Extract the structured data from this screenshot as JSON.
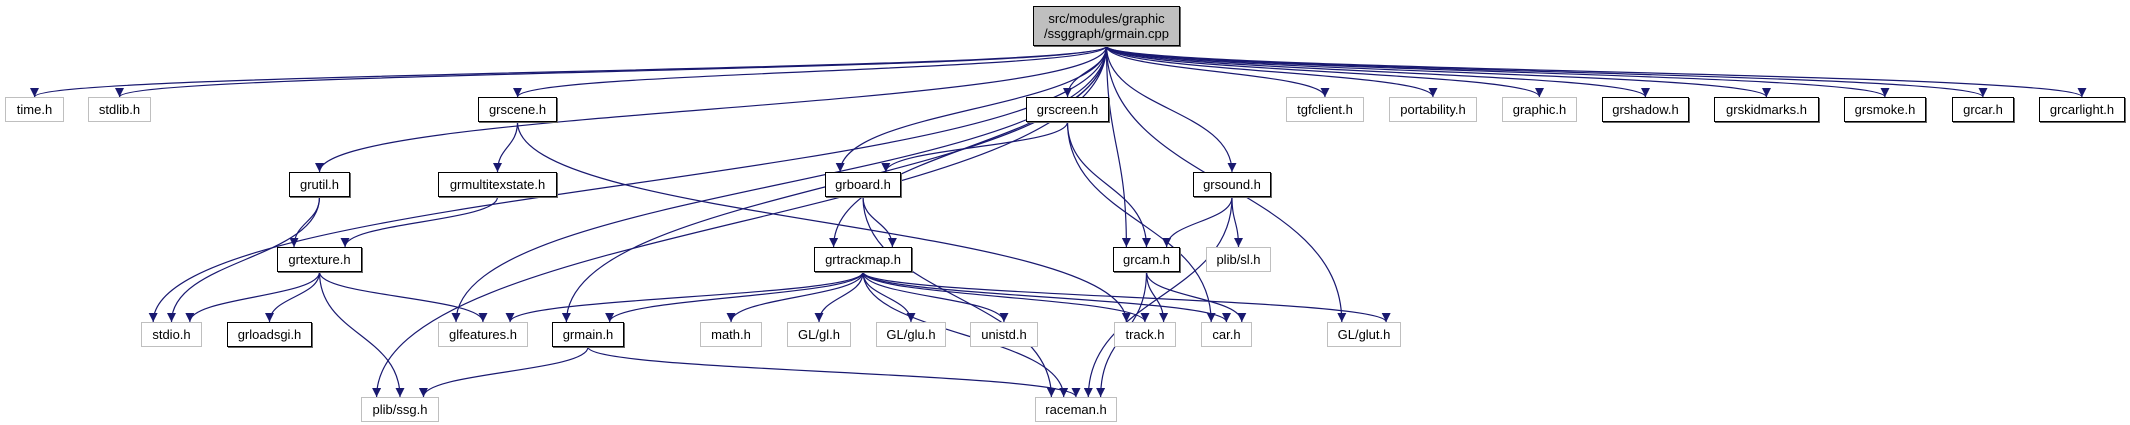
{
  "graph": {
    "edge_color": "#191970",
    "main_fill": "#bfbfbf",
    "nodes": [
      {
        "id": "main",
        "lines": [
          "src/modules/graphic",
          "/ssggraph/grmain.cpp"
        ],
        "kind": "main"
      },
      {
        "id": "time",
        "lines": [
          "time.h"
        ],
        "kind": "ext"
      },
      {
        "id": "stdlib",
        "lines": [
          "stdlib.h"
        ],
        "kind": "ext"
      },
      {
        "id": "grscene",
        "lines": [
          "grscene.h"
        ],
        "kind": "doc"
      },
      {
        "id": "grscreen",
        "lines": [
          "grscreen.h"
        ],
        "kind": "doc"
      },
      {
        "id": "tgfclient",
        "lines": [
          "tgfclient.h"
        ],
        "kind": "ext"
      },
      {
        "id": "portability",
        "lines": [
          "portability.h"
        ],
        "kind": "ext"
      },
      {
        "id": "graphic",
        "lines": [
          "graphic.h"
        ],
        "kind": "ext"
      },
      {
        "id": "grshadow",
        "lines": [
          "grshadow.h"
        ],
        "kind": "doc"
      },
      {
        "id": "grskidmarks",
        "lines": [
          "grskidmarks.h"
        ],
        "kind": "doc"
      },
      {
        "id": "grsmoke",
        "lines": [
          "grsmoke.h"
        ],
        "kind": "doc"
      },
      {
        "id": "grcar",
        "lines": [
          "grcar.h"
        ],
        "kind": "doc"
      },
      {
        "id": "grcarlight",
        "lines": [
          "grcarlight.h"
        ],
        "kind": "doc"
      },
      {
        "id": "grutil",
        "lines": [
          "grutil.h"
        ],
        "kind": "doc"
      },
      {
        "id": "grmultitexstate",
        "lines": [
          "grmultitexstate.h"
        ],
        "kind": "doc"
      },
      {
        "id": "grboard",
        "lines": [
          "grboard.h"
        ],
        "kind": "doc"
      },
      {
        "id": "grsound",
        "lines": [
          "grsound.h"
        ],
        "kind": "doc"
      },
      {
        "id": "grtexture",
        "lines": [
          "grtexture.h"
        ],
        "kind": "doc"
      },
      {
        "id": "grtrackmap",
        "lines": [
          "grtrackmap.h"
        ],
        "kind": "doc"
      },
      {
        "id": "grcam",
        "lines": [
          "grcam.h"
        ],
        "kind": "doc"
      },
      {
        "id": "plibsl",
        "lines": [
          "plib/sl.h"
        ],
        "kind": "ext"
      },
      {
        "id": "stdio",
        "lines": [
          "stdio.h"
        ],
        "kind": "ext"
      },
      {
        "id": "grloadsgi",
        "lines": [
          "grloadsgi.h"
        ],
        "kind": "doc"
      },
      {
        "id": "glfeatures",
        "lines": [
          "glfeatures.h"
        ],
        "kind": "ext"
      },
      {
        "id": "grmain",
        "lines": [
          "grmain.h"
        ],
        "kind": "doc"
      },
      {
        "id": "math",
        "lines": [
          "math.h"
        ],
        "kind": "ext"
      },
      {
        "id": "glgl",
        "lines": [
          "GL/gl.h"
        ],
        "kind": "ext"
      },
      {
        "id": "glglu",
        "lines": [
          "GL/glu.h"
        ],
        "kind": "ext"
      },
      {
        "id": "unistd",
        "lines": [
          "unistd.h"
        ],
        "kind": "ext"
      },
      {
        "id": "track",
        "lines": [
          "track.h"
        ],
        "kind": "ext"
      },
      {
        "id": "car",
        "lines": [
          "car.h"
        ],
        "kind": "ext"
      },
      {
        "id": "glglut",
        "lines": [
          "GL/glut.h"
        ],
        "kind": "ext"
      },
      {
        "id": "plibssg",
        "lines": [
          "plib/ssg.h"
        ],
        "kind": "ext"
      },
      {
        "id": "raceman",
        "lines": [
          "raceman.h"
        ],
        "kind": "ext"
      }
    ],
    "edges": [
      [
        "main",
        "time"
      ],
      [
        "main",
        "stdlib"
      ],
      [
        "main",
        "stdio"
      ],
      [
        "main",
        "grutil"
      ],
      [
        "main",
        "plibssg"
      ],
      [
        "main",
        "grscene"
      ],
      [
        "main",
        "glfeatures"
      ],
      [
        "main",
        "grmain"
      ],
      [
        "main",
        "grboard"
      ],
      [
        "main",
        "grtrackmap"
      ],
      [
        "main",
        "grscreen"
      ],
      [
        "main",
        "grcam"
      ],
      [
        "main",
        "grsound"
      ],
      [
        "main",
        "glglut"
      ],
      [
        "main",
        "tgfclient"
      ],
      [
        "main",
        "portability"
      ],
      [
        "main",
        "graphic"
      ],
      [
        "main",
        "grshadow"
      ],
      [
        "main",
        "grskidmarks"
      ],
      [
        "main",
        "grsmoke"
      ],
      [
        "main",
        "grcar"
      ],
      [
        "main",
        "grcarlight"
      ],
      [
        "grscene",
        "grmultitexstate"
      ],
      [
        "grscene",
        "track"
      ],
      [
        "grutil",
        "grtexture"
      ],
      [
        "grutil",
        "stdio"
      ],
      [
        "grmultitexstate",
        "grtexture"
      ],
      [
        "grtexture",
        "stdio"
      ],
      [
        "grtexture",
        "grloadsgi"
      ],
      [
        "grtexture",
        "plibssg"
      ],
      [
        "grtexture",
        "glfeatures"
      ],
      [
        "grscreen",
        "grboard"
      ],
      [
        "grscreen",
        "grcam"
      ],
      [
        "grscreen",
        "car"
      ],
      [
        "grboard",
        "grtrackmap"
      ],
      [
        "grboard",
        "raceman"
      ],
      [
        "grtrackmap",
        "glfeatures"
      ],
      [
        "grtrackmap",
        "grmain"
      ],
      [
        "grtrackmap",
        "math"
      ],
      [
        "grtrackmap",
        "glgl"
      ],
      [
        "grtrackmap",
        "glglu"
      ],
      [
        "grtrackmap",
        "unistd"
      ],
      [
        "grtrackmap",
        "track"
      ],
      [
        "grtrackmap",
        "car"
      ],
      [
        "grtrackmap",
        "glglut"
      ],
      [
        "grtrackmap",
        "raceman"
      ],
      [
        "grmain",
        "plibssg"
      ],
      [
        "grmain",
        "raceman"
      ],
      [
        "grsound",
        "grcam"
      ],
      [
        "grsound",
        "plibsl"
      ],
      [
        "grsound",
        "raceman"
      ],
      [
        "grcam",
        "track"
      ],
      [
        "grcam",
        "car"
      ],
      [
        "grcam",
        "raceman"
      ]
    ]
  }
}
